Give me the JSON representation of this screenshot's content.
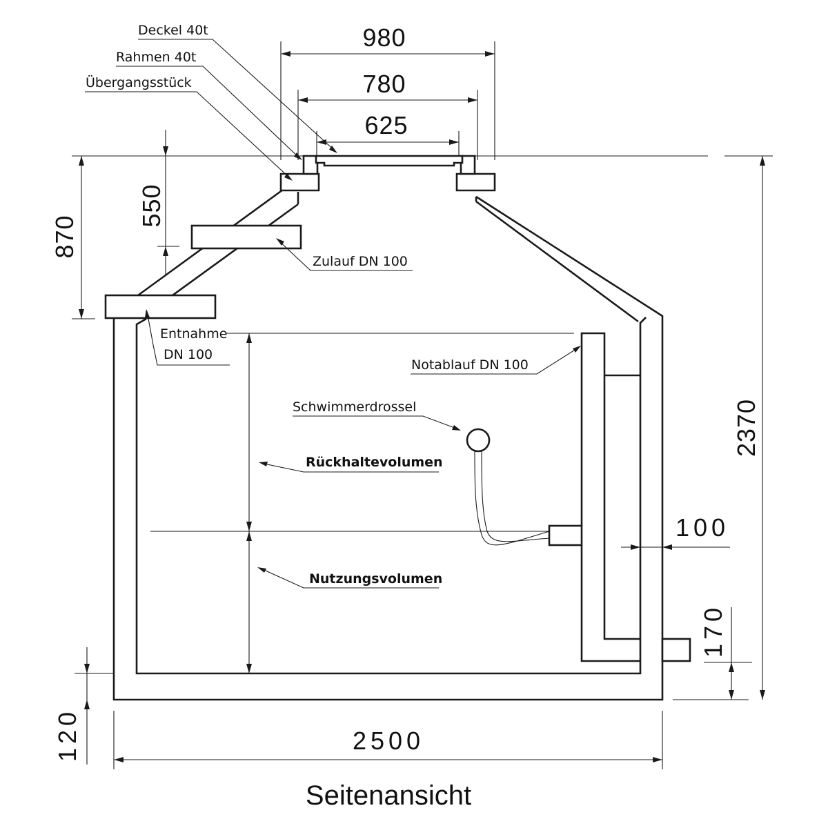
{
  "labels": {
    "deckel": "Deckel 40t",
    "rahmen": "Rahmen 40t",
    "uebergang": "Übergangsstück",
    "zulauf": "Zulauf DN 100",
    "entnahme_line1": "Entnahme",
    "entnahme_line2": "DN 100",
    "notablauf": "Notablauf DN 100",
    "schwimmerdrossel": "Schwimmerdrossel",
    "rueckhaltevolumen": "Rückhaltevolumen",
    "nutzungsvolumen": "Nutzungsvolumen"
  },
  "dimensions": {
    "d980": "980",
    "d780": "780",
    "d625": "625",
    "d550": "550",
    "d870": "870",
    "d2370": "2370",
    "d100": "100",
    "d170": "170",
    "d120": "120",
    "d2500": "2500"
  },
  "title": "Seitenansicht"
}
